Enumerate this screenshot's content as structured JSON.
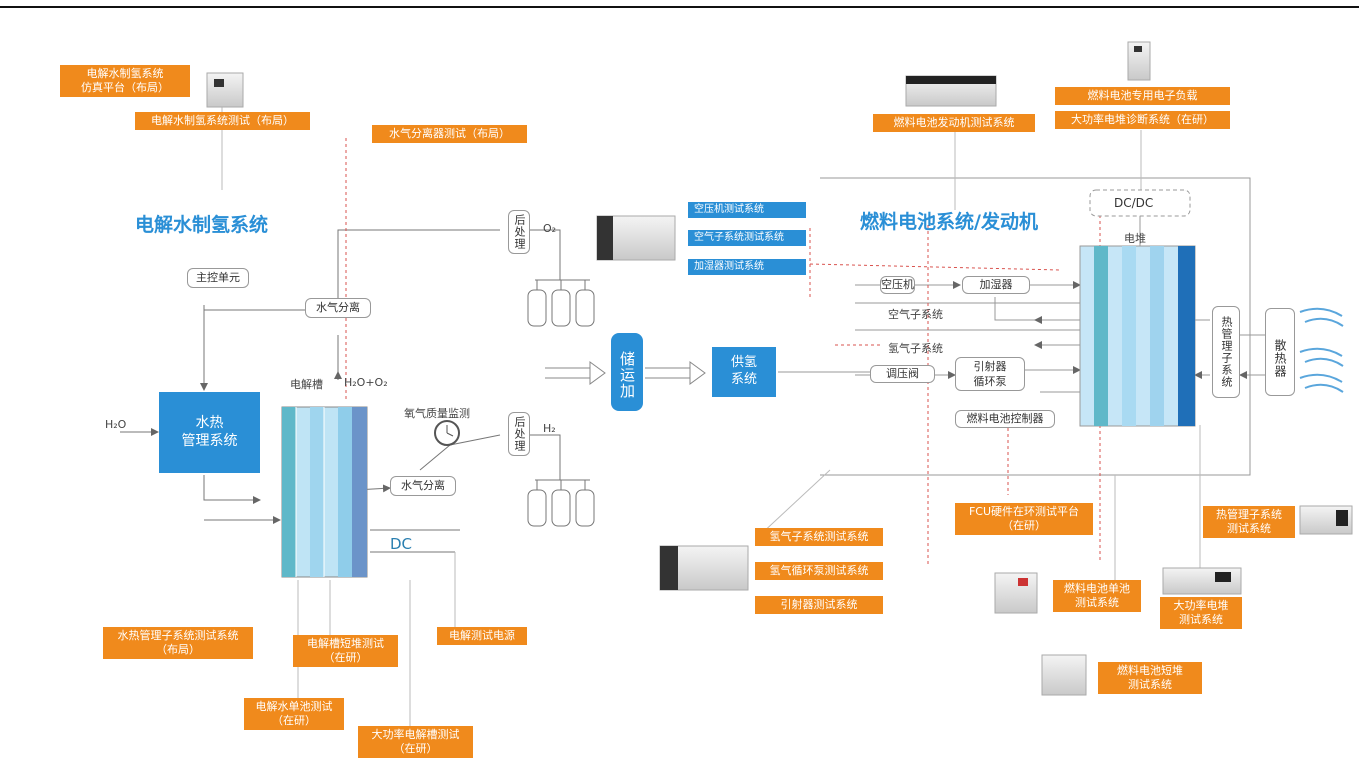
{
  "titles": {
    "electrolysis": "电解水制氢系统",
    "fuel_cell": "燃料电池系统/发动机"
  },
  "left_tags": {
    "sim_platform": "电解水制氢系统\n仿真平台（布局）",
    "system_test": "电解水制氢系统测试（布局）",
    "separator_test": "水气分离器测试（布局）",
    "thermal_test": "水热管理子系统测试系统\n（布局）",
    "stack_short_test": "电解槽短堆测试\n（在研）",
    "power_supply": "电解测试电源",
    "single_cell_test": "电解水单池测试\n（在研）",
    "high_power_test": "大功率电解槽测试\n（在研）"
  },
  "middle_tags": {
    "air_compressor_test": "空压机测试系统",
    "air_subsystem_test": "空气子系统测试系统",
    "humidifier_test": "加湿器测试系统",
    "hydrogen_subsystem_test": "氢气子系统测试系统",
    "hydrogen_recirc_test": "氢气循环泵测试系统",
    "ejector_test": "引射器测试系统"
  },
  "right_tags": {
    "engine_test": "燃料电池发动机测试系统",
    "electronic_load": "燃料电池专用电子负载",
    "stack_diagnosis": "大功率电堆诊断系统（在研）",
    "fcu_hil": "FCU硬件在环测试平台\n（在研）",
    "single_cell_test": "燃料电池单池\n测试系统",
    "high_power_stack_test": "大功率电堆\n测试系统",
    "short_stack_test": "燃料电池短堆\n测试系统",
    "thermal_test": "热管理子系统\n测试系统"
  },
  "electrolysis": {
    "main_control": "主控单元",
    "separator_top": "水气分离",
    "separator_bottom": "水气分离",
    "thermal_mgmt": "水热\n管理系统",
    "h2o_in": "H₂O",
    "cell_label": "电解槽",
    "products": "H₂O+O₂",
    "o2_monitor": "氧气质量监测",
    "post_treat_top": "后处理",
    "post_treat_bottom": "后处理",
    "o2": "O₂",
    "h2": "H₂",
    "dc": "DC"
  },
  "middle": {
    "storage": "储运加",
    "h2_supply": "供氢\n系统"
  },
  "fuel_cell": {
    "dcdc": "DC/DC",
    "stack": "电堆",
    "air_compressor": "空压机",
    "humidifier": "加湿器",
    "air_subsystem": "空气子系统",
    "h2_subsystem": "氢气子系统",
    "pressure_valve": "调压阀",
    "ejector_pump": "引射器\n循环泵",
    "controller": "燃料电池控制器",
    "thermal_subsystem": "热管理子系统",
    "radiator": "散热器"
  },
  "colors": {
    "accent_blue": "#2a8fd6",
    "tag_orange": "#f08a1c",
    "dashed_red": "#d9534f"
  },
  "icons": [
    "equipment-cabinet-icon",
    "gas-cylinder-icon",
    "arrow-icon",
    "gauge-icon",
    "airflow-icon"
  ]
}
